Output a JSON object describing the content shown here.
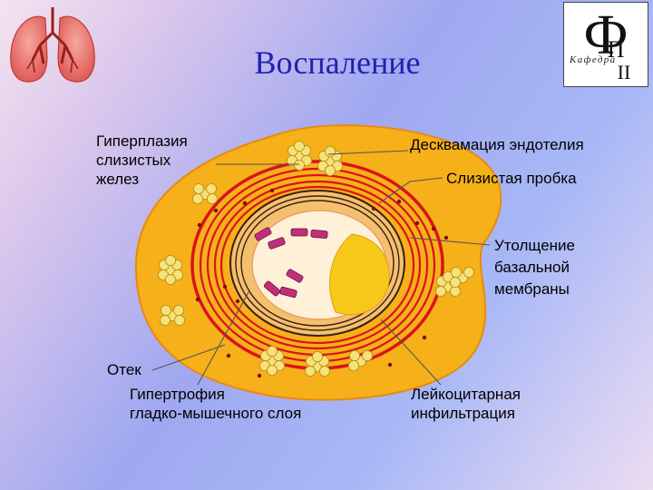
{
  "slide": {
    "title": "Воспаление"
  },
  "labels": {
    "hyperplasia": [
      "Гиперплазия",
      "слизистых",
      "желез"
    ],
    "desquamation": "Десквамация эндотелия",
    "mucus_plug": "Слизистая пробка",
    "basement": [
      "Утолщение",
      "базальной",
      "мембраны"
    ],
    "edema": "Отек",
    "hypertrophy": [
      "Гипертрофия",
      "гладко-мышечного слоя"
    ],
    "infiltration": [
      "Лейкоцитарная",
      "инфильтрация"
    ]
  },
  "logo": {
    "monogram": "Ф",
    "letters": "П",
    "numeral": "II",
    "word": "Кафедра"
  },
  "colors": {
    "outer_fill": "#f6b01a",
    "outer_stroke": "#e88a10",
    "muscle_red": "#d8141a",
    "lumen": "#fff0d8",
    "mucus": "#f6c81a",
    "glands": "#f6e27a",
    "title": "#2020b0"
  },
  "icons": [
    "lungs-icon",
    "department-logo-icon"
  ]
}
